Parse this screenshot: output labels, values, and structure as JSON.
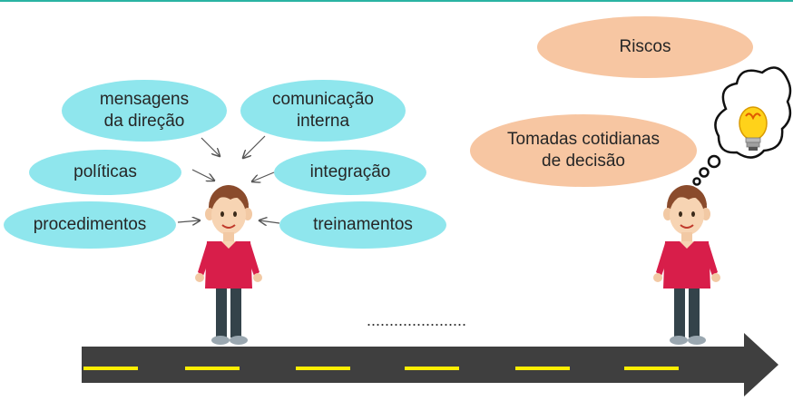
{
  "influences": [
    {
      "id": "mensagens",
      "text": "mensagens\nda direção"
    },
    {
      "id": "comunicacao",
      "text": "comunicação\ninterna"
    },
    {
      "id": "politicas",
      "text": "políticas"
    },
    {
      "id": "integracao",
      "text": "integração"
    },
    {
      "id": "procedimentos",
      "text": "procedimentos"
    },
    {
      "id": "treinamentos",
      "text": "treinamentos"
    }
  ],
  "situations": [
    {
      "id": "riscos",
      "text": "Riscos"
    },
    {
      "id": "tomadas",
      "text": "Tomadas cotidianas\nde decisão"
    }
  ],
  "ellipsis": "......................",
  "colors": {
    "influence_bubble": "#8fe6ed",
    "situation_bubble": "#f7c6a2",
    "road": "#3f3f3f",
    "lane_marking": "#ffee00",
    "accent_line": "#2ab3a3"
  },
  "icons": [
    "person-icon",
    "lightbulb-icon",
    "thought-cloud-icon",
    "road-arrow-icon"
  ]
}
